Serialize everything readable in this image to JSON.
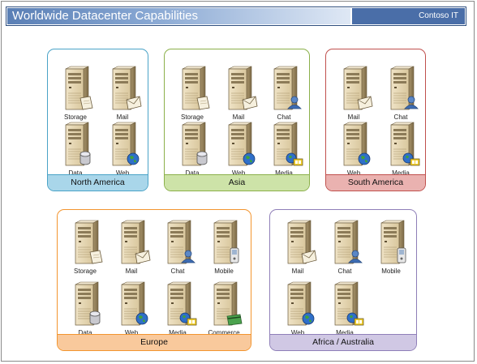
{
  "header": {
    "title": "Worldwide Datacenter Capabilities",
    "brand": "Contoso IT"
  },
  "colors": {
    "north_america": {
      "border": "#4aa3c7",
      "label_bg": "#a9d6ea"
    },
    "asia": {
      "border": "#8bb04a",
      "label_bg": "#cde3a8"
    },
    "south_america": {
      "border": "#c0504d",
      "label_bg": "#eab2b0"
    },
    "europe": {
      "border": "#f3952f",
      "label_bg": "#f9c99c"
    },
    "africa_australia": {
      "border": "#8f7fb8",
      "label_bg": "#d0c8e4"
    }
  },
  "regions": [
    {
      "key": "north_america",
      "label": "North America",
      "servers": [
        {
          "label": "Storage",
          "badge": "doc"
        },
        {
          "label": "Mail",
          "badge": "mail"
        },
        {
          "label": "Data",
          "badge": "db"
        },
        {
          "label": "Web",
          "badge": "globe"
        }
      ]
    },
    {
      "key": "asia",
      "label": "Asia",
      "servers": [
        {
          "label": "Storage",
          "badge": "doc"
        },
        {
          "label": "Mail",
          "badge": "mail"
        },
        {
          "label": "Chat",
          "badge": "person"
        },
        {
          "label": "Data",
          "badge": "db"
        },
        {
          "label": "Web",
          "badge": "globe"
        },
        {
          "label": "Media",
          "badge": "media"
        }
      ]
    },
    {
      "key": "south_america",
      "label": "South America",
      "servers": [
        {
          "label": "Mail",
          "badge": "mail"
        },
        {
          "label": "Chat",
          "badge": "person"
        },
        {
          "label": "Web",
          "badge": "globe"
        },
        {
          "label": "Media",
          "badge": "media"
        }
      ]
    },
    {
      "key": "europe",
      "label": "Europe",
      "servers": [
        {
          "label": "Storage",
          "badge": "doc"
        },
        {
          "label": "Mail",
          "badge": "mail"
        },
        {
          "label": "Chat",
          "badge": "person"
        },
        {
          "label": "Mobile",
          "badge": "mobile"
        },
        {
          "label": "Data",
          "badge": "db"
        },
        {
          "label": "Web",
          "badge": "globe"
        },
        {
          "label": "Media",
          "badge": "media"
        },
        {
          "label": "Commerce",
          "badge": "card"
        }
      ]
    },
    {
      "key": "africa_australia",
      "label": "Africa / Australia",
      "servers": [
        {
          "label": "Mail",
          "badge": "mail"
        },
        {
          "label": "Chat",
          "badge": "person"
        },
        {
          "label": "Mobile",
          "badge": "mobile"
        },
        {
          "label": "Web",
          "badge": "globe"
        },
        {
          "label": "Media",
          "badge": "media"
        }
      ]
    }
  ]
}
